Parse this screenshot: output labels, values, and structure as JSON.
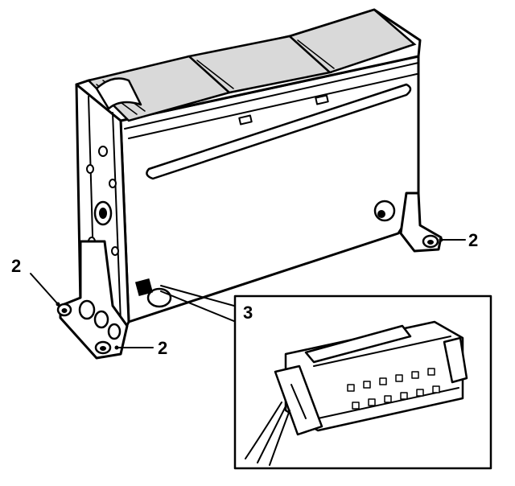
{
  "callouts": {
    "mount_rear_right": "2",
    "mount_front_left": "2",
    "mount_front_bottom": "2",
    "connector": "3"
  },
  "colors": {
    "line": "#000000",
    "background": "#ffffff"
  }
}
